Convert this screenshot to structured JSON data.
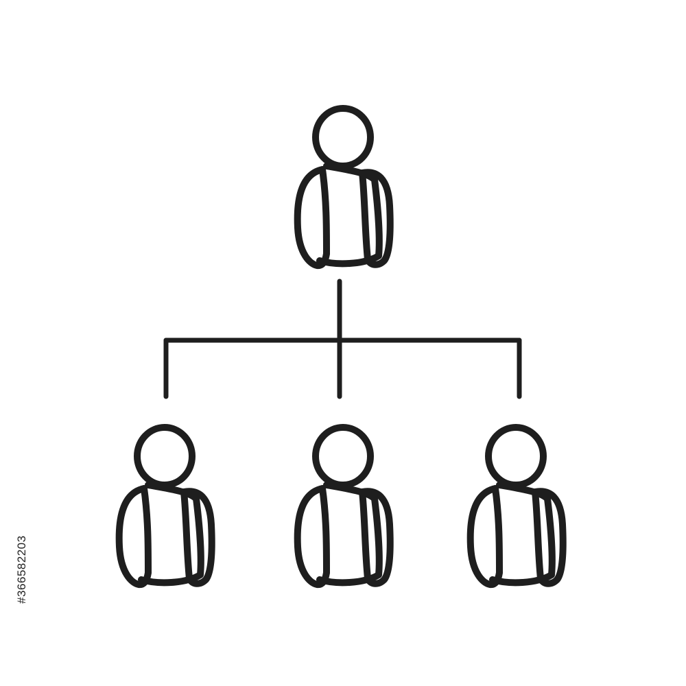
{
  "diagram": {
    "type": "organization-hierarchy-icon",
    "stroke_color": "#1e1e1e",
    "background": "#ffffff",
    "nodes": [
      {
        "id": "top",
        "icon": "person-icon",
        "level": 0
      },
      {
        "id": "left",
        "icon": "person-icon",
        "level": 1
      },
      {
        "id": "center",
        "icon": "person-icon",
        "level": 1
      },
      {
        "id": "right",
        "icon": "person-icon",
        "level": 1
      }
    ],
    "edges": [
      {
        "from": "top",
        "to": "left"
      },
      {
        "from": "top",
        "to": "center"
      },
      {
        "from": "top",
        "to": "right"
      }
    ]
  },
  "watermark": {
    "id_text": "#366582203"
  }
}
